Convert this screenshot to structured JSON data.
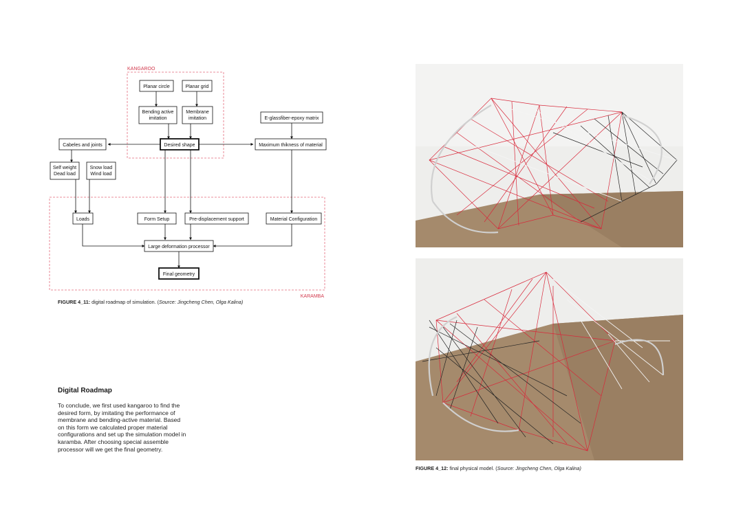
{
  "diagram": {
    "group_labels": {
      "kangaroo": "KANGAROO",
      "karamba": "KARAMBA"
    },
    "nodes": {
      "planar_circle": "Planar circle",
      "planar_grid": "Planar grid",
      "bending_active_1": "Bending active",
      "bending_active_2": "imitation",
      "membrane_1": "Membrane",
      "membrane_2": "imitation",
      "eglass": "E-glassfiber-epoxy matrix",
      "cables": "Cabeles and joints",
      "desired_shape": "Desired shape",
      "max_thickness": "Maximum thikness of material",
      "self_weight_1": "Self weight",
      "self_weight_2": "Dead load",
      "snow_load_1": "Snow load",
      "snow_load_2": "Wind load",
      "loads": "Loads",
      "form_setup": "Form Setup",
      "pre_displacement": "Pre-displacement support",
      "material_config": "Material Configuration",
      "large_deformation": "Large deformation processor",
      "final_geometry": "Final geometry"
    },
    "colors": {
      "group_border": "#e46a7a",
      "group_label": "#d23a4e"
    }
  },
  "figure_11": {
    "label": "FIGURE 4_11:",
    "text": " digital roadmap of simulation.  (",
    "source_label": "Source:",
    "source_names": "  Jingcheng Chen, Olga Kalina)"
  },
  "section": {
    "title": "Digital Roadmap",
    "body": "To conclude, we first used kangaroo to find the desired form, by imitating the performance of membrane and bending-active material. Based on this form we calculated proper material configurations and set up the simulation model in karamba. After choosing special assemble processor will we get the final geometry."
  },
  "figure_12": {
    "label": "FIGURE 4_12:",
    "text": " final physical model.  (",
    "source_label": "Source:",
    "source_names": "  Jingcheng Chen, Olga Kalina)"
  },
  "photo_colors": {
    "base": "#a58a6c",
    "wall": "#eeeeec",
    "red": "#d8283a",
    "black": "#222222",
    "white": "#f4f4f4"
  }
}
